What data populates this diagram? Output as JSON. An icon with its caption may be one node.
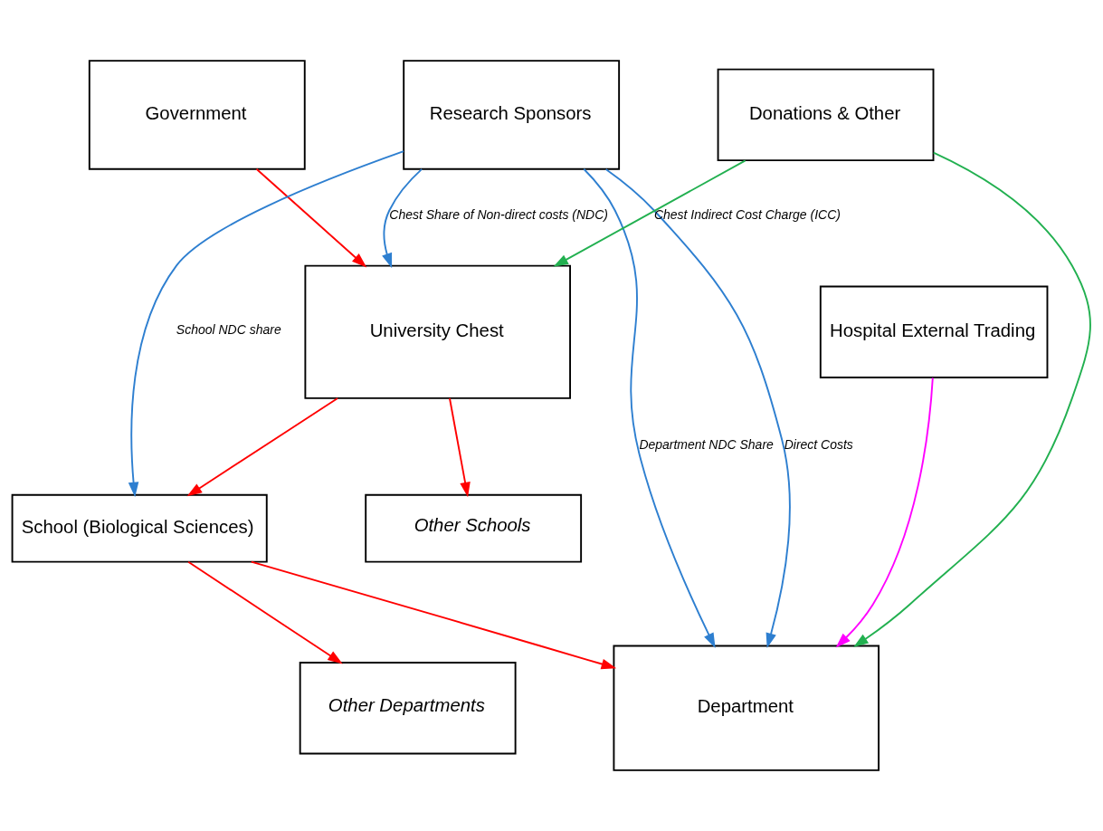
{
  "diagram": {
    "nodes": [
      {
        "text": [
          "Government"
        ]
      },
      {
        "text": [
          "Research Sponsors"
        ]
      },
      {
        "text": [
          "Donations & Other"
        ]
      },
      {
        "text": [
          "University Chest"
        ]
      },
      {
        "text": [
          "Hospital External Trading"
        ]
      },
      {
        "text": [
          "Other Schools"
        ]
      },
      {
        "text": [
          "School (Biological Sciences)"
        ]
      },
      {
        "text": [
          "Other Departments"
        ]
      },
      {
        "text": [
          "Department"
        ]
      }
    ],
    "edges": [
      {
        "from": 0,
        "to": 3,
        "arrow": "to"
      },
      {
        "from": 1,
        "to": 3,
        "arrow": "to",
        "label": "Chest Share of Non-direct costs (NDC)",
        "color": "#2e7fd0"
      },
      {
        "from": 2,
        "to": 3,
        "arrow": "to",
        "label": "Chest Indirect Cost Charge (ICC)",
        "color": "#22b050"
      },
      {
        "from": 1,
        "to": 6,
        "arrow": "to",
        "label": "School NDC share",
        "color": "#2e7fd0"
      },
      {
        "from": 1,
        "to": 8,
        "arrow": "to",
        "label": "Department NDC Share",
        "color": "#2e7fd0"
      },
      {
        "from": 1,
        "to": 8,
        "arrow": "to",
        "label": "Direct Costs",
        "color": "#2e7fd0"
      },
      {
        "from": 2,
        "to": 8,
        "arrow": "to",
        "color": "#22b050"
      },
      {
        "from": 3,
        "to": 5,
        "arrow": "to"
      },
      {
        "from": 3,
        "to": 6,
        "arrow": "to"
      },
      {
        "from": 6,
        "to": 7,
        "arrow": "to"
      },
      {
        "from": 6,
        "to": 8,
        "arrow": "to"
      },
      {
        "from": 4,
        "to": 8,
        "arrow": "to",
        "color": "#ff00ff"
      }
    ]
  }
}
